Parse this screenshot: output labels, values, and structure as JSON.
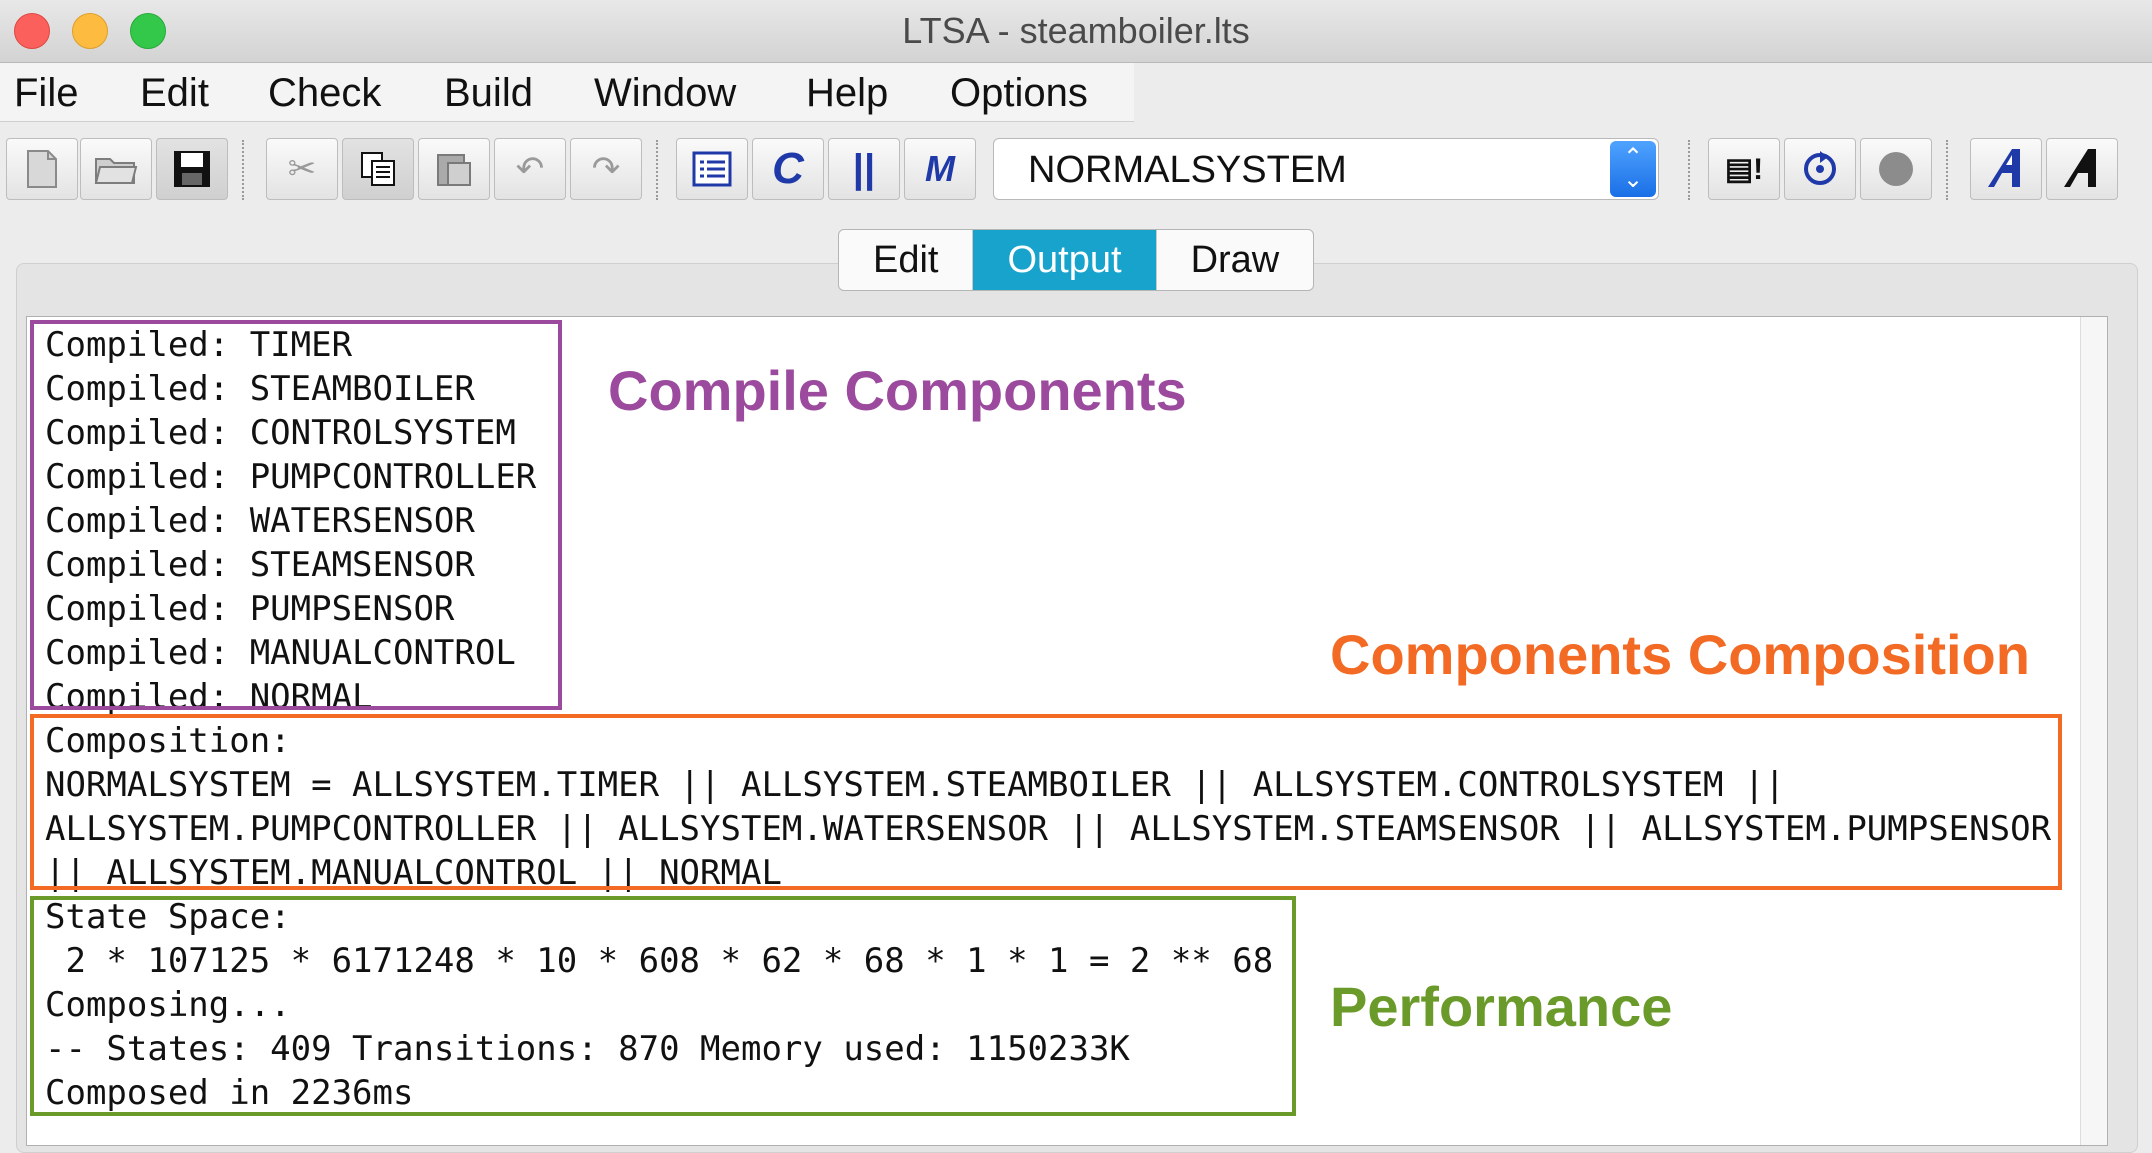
{
  "window": {
    "title": "LTSA - steamboiler.lts"
  },
  "menu": [
    "File",
    "Edit",
    "Check",
    "Build",
    "Window",
    "Help",
    "Options"
  ],
  "toolbar": {
    "target": "NORMALSYSTEM",
    "icons": [
      "new-file",
      "open-folder",
      "save",
      "cut",
      "copy",
      "paste",
      "undo",
      "redo",
      "list",
      "compile",
      "parallel",
      "minimise",
      "safety-check",
      "progress-check",
      "stop",
      "animate-fluent",
      "animate-black"
    ]
  },
  "tabs": {
    "edit": "Edit",
    "output": "Output",
    "draw": "Draw",
    "active": "Output"
  },
  "output": {
    "compiled": [
      "Compiled: TIMER",
      "Compiled: STEAMBOILER",
      "Compiled: CONTROLSYSTEM",
      "Compiled: PUMPCONTROLLER",
      "Compiled: WATERSENSOR",
      "Compiled: STEAMSENSOR",
      "Compiled: PUMPSENSOR",
      "Compiled: MANUALCONTROL",
      "Compiled: NORMAL"
    ],
    "composition": [
      "Composition:",
      "NORMALSYSTEM = ALLSYSTEM.TIMER || ALLSYSTEM.STEAMBOILER || ALLSYSTEM.CONTROLSYSTEM ||",
      "ALLSYSTEM.PUMPCONTROLLER || ALLSYSTEM.WATERSENSOR || ALLSYSTEM.STEAMSENSOR || ALLSYSTEM.PUMPSENSOR",
      "|| ALLSYSTEM.MANUALCONTROL || NORMAL"
    ],
    "performance": [
      "State Space:",
      " 2 * 107125 * 6171248 * 10 * 608 * 62 * 68 * 1 * 1 = 2 ** 68",
      "Composing...",
      "-- States: 409 Transitions: 870 Memory used: 1150233K",
      "Composed in 2236ms"
    ]
  },
  "annotations": {
    "compile": {
      "label": "Compile Components",
      "color": "#9b4a9d"
    },
    "composition": {
      "label": "Components Composition",
      "color": "#f26a24"
    },
    "performance": {
      "label": "Performance",
      "color": "#6a9a2a"
    }
  }
}
